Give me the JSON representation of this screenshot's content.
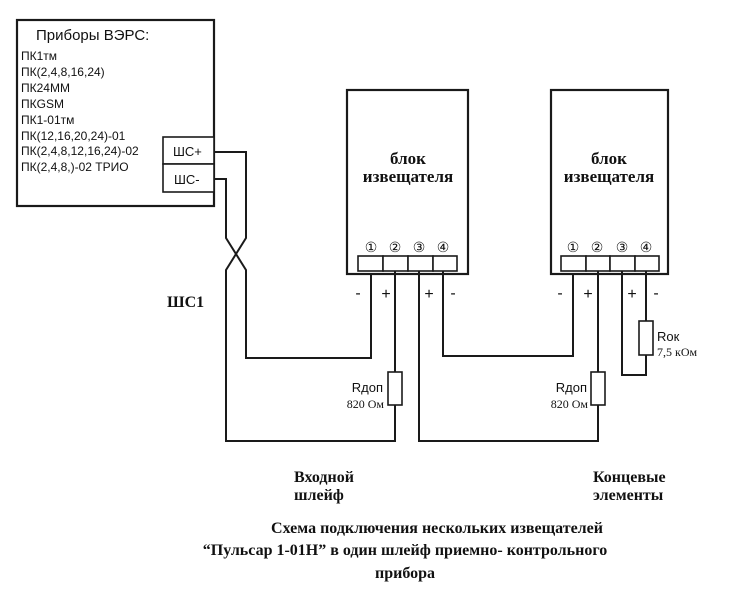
{
  "device": {
    "title": "Приборы ВЭРС:",
    "models": [
      "ПК1тм",
      "ПК(2,4,8,16,24)",
      "ПК24ММ",
      "ПКGSM",
      "ПК1-01тм",
      "ПК(12,16,20,24)-01",
      "ПК(2,4,8,12,16,24)-02",
      "ПК(2,4,8,)-02 ТРИО"
    ],
    "terminal_plus": "ШС+",
    "terminal_minus": "ШС-"
  },
  "loop_label": "ШС1",
  "detector_blocks": [
    {
      "title_line1": "блок",
      "title_line2": "извещателя",
      "pins": [
        "①",
        "②",
        "③",
        "④"
      ],
      "polarity": [
        "-",
        "+",
        "+",
        "-"
      ]
    },
    {
      "title_line1": "блок",
      "title_line2": "извещателя",
      "pins": [
        "①",
        "②",
        "③",
        "④"
      ],
      "polarity": [
        "-",
        "+",
        "+",
        "-"
      ]
    }
  ],
  "resistors": {
    "r_dop_1": {
      "name": "Rдоп",
      "value": "820 Ом"
    },
    "r_dop_2": {
      "name": "Rдоп",
      "value": "820 Ом"
    },
    "r_ok": {
      "name": "Rок",
      "value": "7,5 кОм"
    }
  },
  "labels": {
    "input_loop_line1": "Входной",
    "input_loop_line2": "шлейф",
    "end_elements_line1": "Концевые",
    "end_elements_line2": "элементы"
  },
  "caption": {
    "line1": "Схема подключения нескольких извещателей",
    "line2": "“Пульсар 1-01Н” в один шлейф  приемно- контрольного",
    "line3": "прибора"
  }
}
